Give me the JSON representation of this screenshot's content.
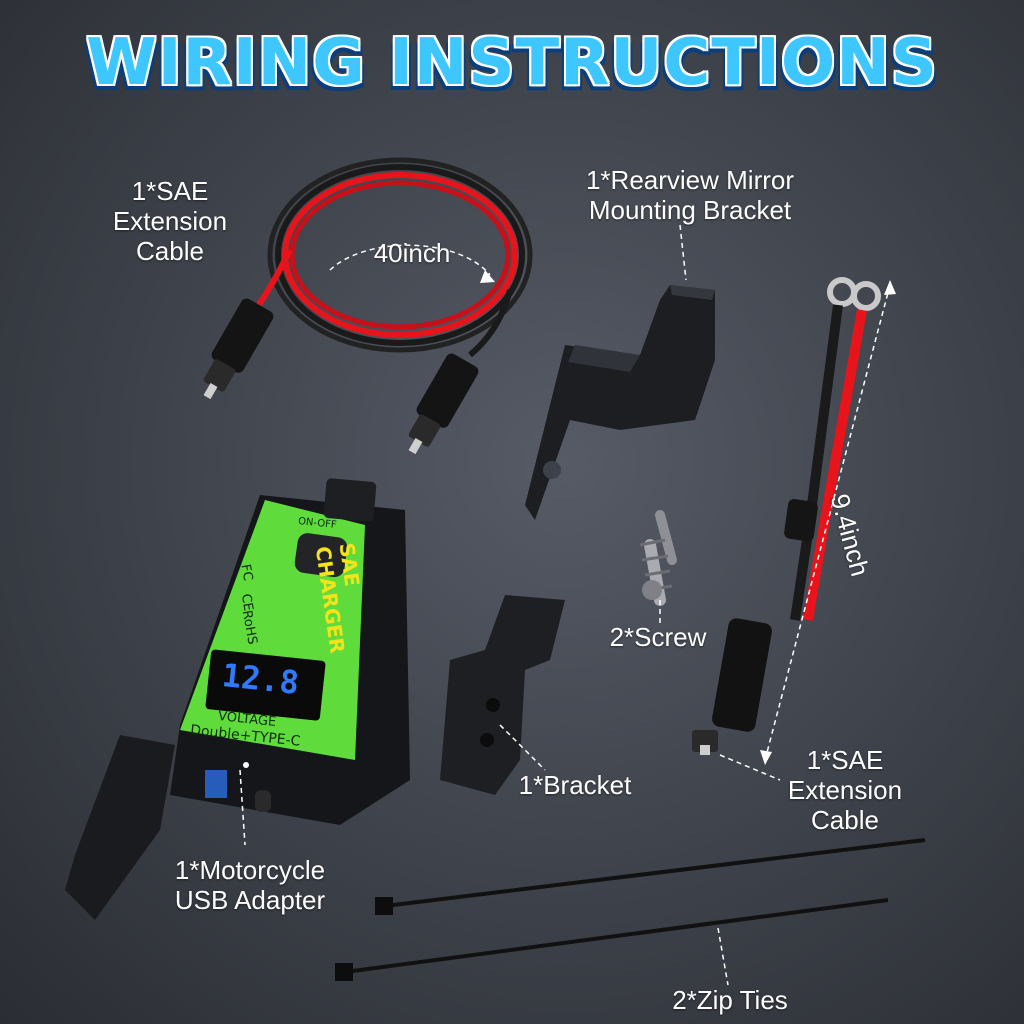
{
  "title": "WIRING INSTRUCTIONS",
  "items": {
    "sae_cable_top": {
      "label": "1*SAE\nExtension\nCable",
      "length": "40inch"
    },
    "mirror_bracket": {
      "label": "1*Rearview Mirror\nMounting Bracket"
    },
    "sae_cable_right": {
      "label": "1*SAE\nExtension\nCable",
      "length": "9.4inch"
    },
    "screws": {
      "label": "2*Screw"
    },
    "bracket": {
      "label": "1*Bracket"
    },
    "adapter": {
      "label": "1*Motorcycle\nUSB Adapter"
    },
    "zip_ties": {
      "label": "2*Zip Ties"
    }
  },
  "charger": {
    "brand": "SAE CHARGER",
    "switch_label": "ON-OFF",
    "display_value": "12.8",
    "voltage_label": "VOLTAGE",
    "ports_label": "Double+TYPE-C",
    "cert_fc": "FC",
    "cert_ce": "CE",
    "cert_rohs": "RoHS"
  },
  "colors": {
    "title_fill": "#3ec7ff",
    "panel_green": "#5fdc3c",
    "display_digits": "#2f7bff",
    "wire_red": "#e8141c",
    "wire_black": "#1a1a1a"
  }
}
